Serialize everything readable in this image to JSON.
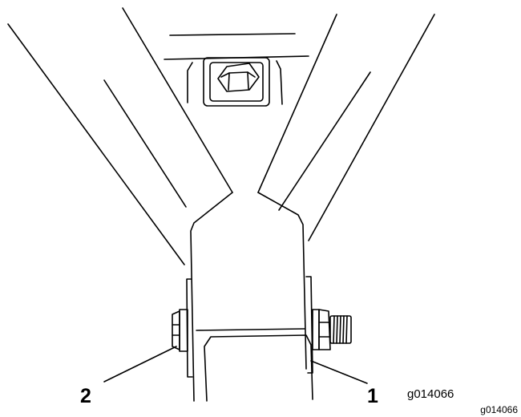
{
  "callouts": {
    "one": "1",
    "two": "2"
  },
  "figure_id": "g014066",
  "figure_id_corner": "g014066",
  "colors": {
    "line": "#000000",
    "background": "#ffffff"
  }
}
